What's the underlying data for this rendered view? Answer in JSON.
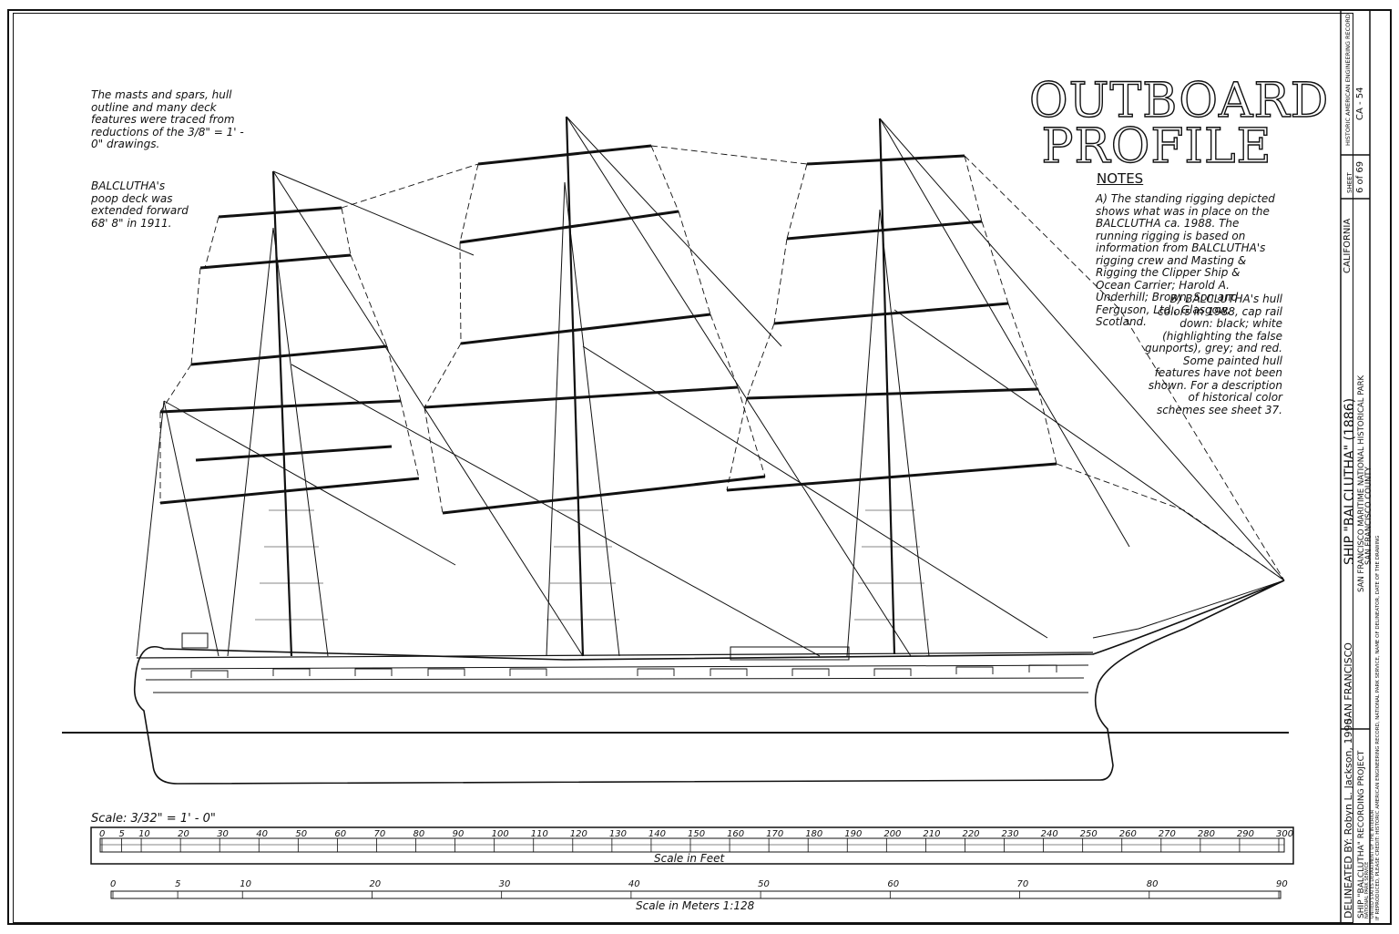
{
  "title": {
    "line1": "OUTBOARD",
    "line2": "PROFILE"
  },
  "notes": {
    "heading": "NOTES",
    "a": "A) The standing rigging depicted shows what was in place on the BALCLUTHA ca. 1988. The running rigging is based on information from BALCLUTHA's rigging crew and Masting & Rigging the Clipper Ship & Ocean Carrier; Harold A. Underhill; Brown, Son and Ferguson, Ltd., Glasgow, Scotland.",
    "b": "B) BALCLUTHA's hull colors in 1988, cap rail down: black; white (highlighting the false gunports), grey; and red. Some painted hull features have not been shown. For a description of historical color schemes see sheet 37."
  },
  "annotations": {
    "traced": "The masts and spars, hull outline and many deck features were traced from reductions of the 3/8\" = 1' - 0\" drawings.",
    "poop_deck": "BALCLUTHA's poop deck was extended forward 68' 8\" in 1911."
  },
  "scale_feet": {
    "label": "Scale: 3/32\" = 1' - 0\"",
    "caption": "Scale in Feet",
    "ticks": [
      "0",
      "5",
      "10",
      "20",
      "30",
      "40",
      "50",
      "60",
      "70",
      "80",
      "90",
      "100",
      "110",
      "120",
      "130",
      "140",
      "150",
      "160",
      "170",
      "180",
      "190",
      "200",
      "210",
      "220",
      "230",
      "240",
      "250",
      "260",
      "270",
      "280",
      "290",
      "300"
    ]
  },
  "scale_meters": {
    "caption": "Scale in Meters 1:128",
    "ticks": [
      "0",
      "5",
      "10",
      "20",
      "30",
      "40",
      "50",
      "60",
      "70",
      "80",
      "90"
    ]
  },
  "title_block": {
    "delineator": "DELINEATED BY: Robyn L. Jackson, 1990",
    "project": "SHIP \"BALCLUTHA\" RECORDING PROJECT",
    "agency1": "NATIONAL PARK SERVICE",
    "agency2": "UNITED STATES DEPARTMENT OF THE INTERIOR",
    "city": "SAN FRANCISCO",
    "ship": "SHIP \"BALCLUTHA\" (1886)",
    "park": "SAN FRANCISCO MARITIME NATIONAL HISTORICAL PARK",
    "county": "SAN FRANCISCO COUNTY",
    "state": "CALIFORNIA",
    "credit": "IF REPRODUCED, PLEASE CREDIT: HISTORIC AMERICAN ENGINEERING RECORD, NATIONAL PARK SERVICE, NAME OF DELINEATOR, DATE OF THE DRAWING",
    "sheet_label": "SHEET",
    "sheet_number": "6 of 69",
    "record": "HISTORIC AMERICAN ENGINEERING RECORD",
    "record_id": "CA - 54"
  }
}
